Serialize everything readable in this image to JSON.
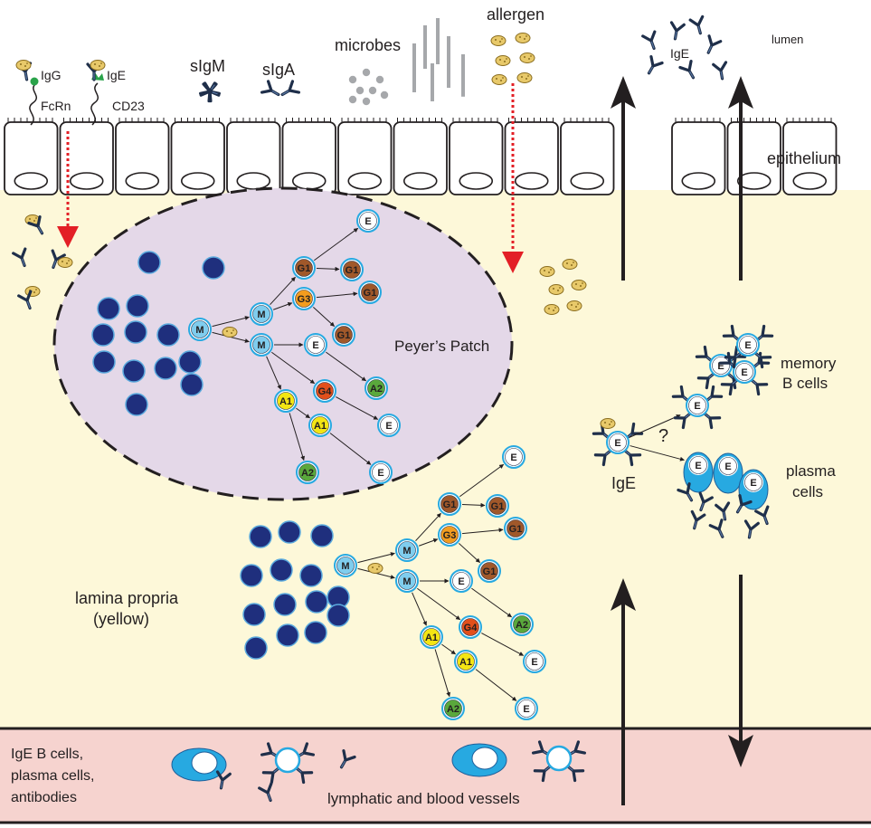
{
  "colors": {
    "lumen_bg": "#ffffff",
    "lamina_propria": "#fdf8d9",
    "peyers_patch": "#e4d8e8",
    "vessels": "#f6d3cf",
    "naive_b_cell": "#1f2f7d",
    "igm_cell": "#7fcdee",
    "ige_cell": "#ffffff",
    "igg1_cell": "#a0582a",
    "igg3_cell": "#f39c1f",
    "igg4_cell": "#e2501c",
    "iga1_cell": "#f4e514",
    "iga2_cell": "#5aa83c",
    "plasma_cell": "#27a9e1",
    "transport_arrow": "#e31f26",
    "antibody": "#1f2f4a",
    "allergen": "#e8c96a"
  },
  "labels": {
    "igg": "IgG",
    "fcrn": "FcRn",
    "ige_receptor": "IgE",
    "cd23": "CD23",
    "sigm": "sIgM",
    "siga": "sIgA",
    "microbes": "microbes",
    "allergen": "allergen",
    "ige_lumen": "IgE",
    "lumen": "lumen",
    "epithelium": "epithelium",
    "peyers_patch": "Peyer’s Patch",
    "memory_b_cells_1": "memory",
    "memory_b_cells_2": "B cells",
    "plasma_cells_1": "plasma",
    "plasma_cells_2": "cells",
    "ige_center": "IgE",
    "question": "?",
    "lamina_propria_1": "lamina propria",
    "lamina_propria_2": "(yellow)",
    "vessels_legend_1": "IgE B cells,",
    "vessels_legend_2": "plasma cells,",
    "vessels_legend_3": "antibodies",
    "vessels_label": "lymphatic and blood vessels"
  },
  "cell_letters": {
    "m": "M",
    "e": "E",
    "g1": "G1",
    "g3": "G3",
    "g4": "G4",
    "a1": "A1",
    "a2": "A2"
  },
  "icons": [
    "antibody-icon",
    "allergen-icon",
    "microbe-icon",
    "epithelial-cell-icon",
    "arrow-icon"
  ]
}
